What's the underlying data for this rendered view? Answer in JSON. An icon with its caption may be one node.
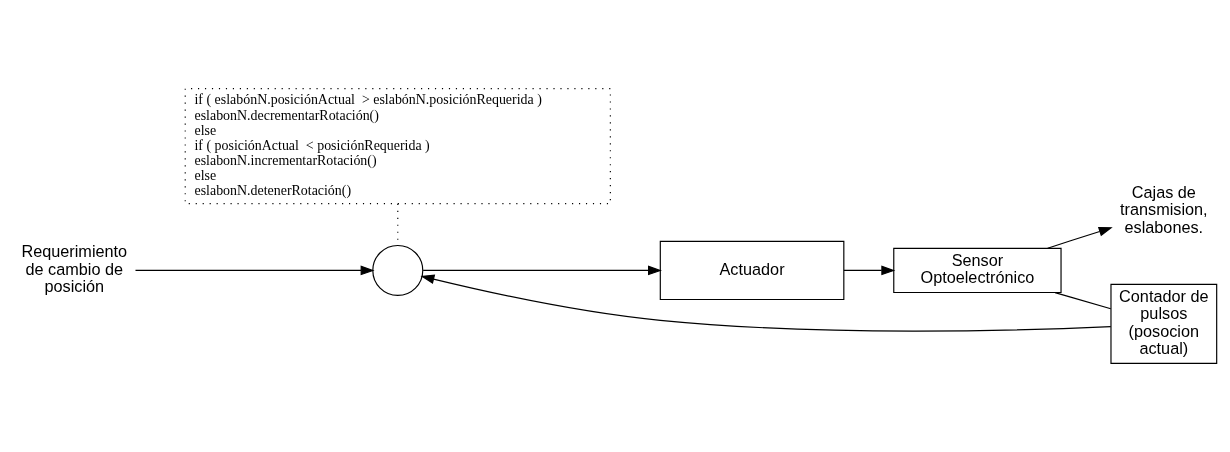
{
  "diagram": {
    "nodes": [
      {
        "text": [
          "if ( eslabónN.posiciónActual  > eslabónN.posiciónRequerida )",
          "eslabonN.decrementarRotación()",
          "else",
          "if ( posiciónActual  < posiciónRequerida )",
          "eslabonN.incrementarRotación()",
          "else",
          "eslabonN.detenerRotación()"
        ]
      },
      {
        "text": [
          "Requerimiento de cambio de posición"
        ]
      },
      {
        "text": [],
        "shape": "circle"
      },
      {
        "text": [
          "Actuador"
        ]
      },
      {
        "text": [
          "Sensor Optoelectrónico"
        ]
      },
      {
        "text": [
          "Cajas de transmision, eslabones."
        ]
      },
      {
        "text": [
          "Contador de pulsos (posocion actual)"
        ]
      }
    ],
    "edges": [
      {
        "from": 0,
        "to": 2,
        "arrow": "none",
        "style": "dashed"
      },
      {
        "from": 1,
        "to": 2,
        "arrow": "to"
      },
      {
        "from": 2,
        "to": 3,
        "arrow": "to"
      },
      {
        "from": 3,
        "to": 4,
        "arrow": "to"
      },
      {
        "from": 4,
        "to": 5,
        "arrow": "to"
      },
      {
        "from": 4,
        "to": 6,
        "arrow": "none"
      },
      {
        "from": 6,
        "to": 2,
        "arrow": "to"
      }
    ]
  }
}
